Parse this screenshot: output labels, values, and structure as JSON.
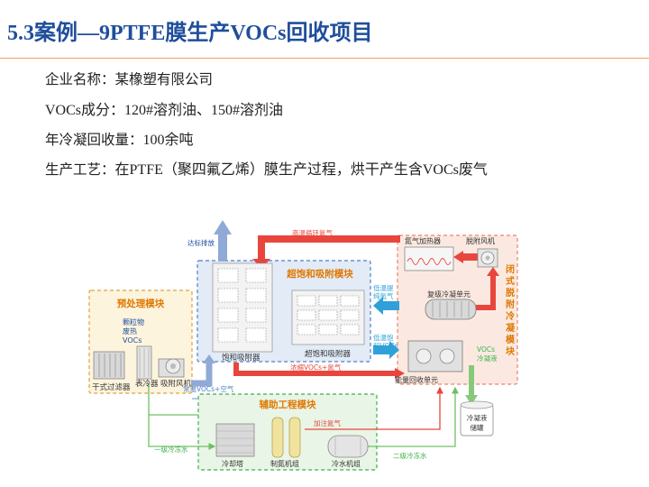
{
  "title": "5.3案例—9PTFE膜生产VOCs回收项目",
  "info": [
    {
      "label": "企业名称：",
      "value": "某橡塑有限公司"
    },
    {
      "label": "VOCs成分：",
      "value": "120#溶剂油、150#溶剂油"
    },
    {
      "label": "年冷凝回收量：",
      "value": "100余吨"
    },
    {
      "label": "生产工艺：",
      "value": "在PTFE（聚四氟乙烯）膜生产过程，烘干产生含VOCs废气"
    }
  ],
  "diagram": {
    "modules": {
      "pretreat": "预处理模块",
      "adsorb": "超饱和吸附模块",
      "auxiliary": "辅助工程模块",
      "closed_condense": [
        "闭",
        "式",
        "脱",
        "附",
        "冷",
        "凝",
        "模",
        "块"
      ]
    },
    "equipment": {
      "dry_filter": "干式过滤器",
      "surface_cooler": "表冷器",
      "fan": "吸附风机",
      "saturated_adsorber": "饱和吸附器",
      "supersaturated_adsorber": "超饱和吸附器",
      "nitrogen_heater": "氮气加热器",
      "desorb_fan": "脱附风机",
      "composite_condenser": "复级冷凝单元",
      "energy_recovery": "能量回收单元",
      "cooling_tower": "冷却塔",
      "nitrogen_generator": "制氮机组",
      "chiller": "冷水机组",
      "condensate_tank": [
        "冷凝液",
        "储罐"
      ]
    },
    "flows": {
      "discharge": "达标排放",
      "hot_nitrogen": "高温循环氮气",
      "pretreat_inputs": [
        "颗粒物",
        "废热",
        "VOCs"
      ],
      "low_temp_lift": [
        "低温提",
        "纯氮气"
      ],
      "low_temp_saturated": [
        "低温饱",
        "和VOCs"
      ],
      "concentrated": "浓缩VOCs+氮气",
      "normal_temp": "常温VOCs+空气",
      "nitrogen_in": "加注氮气",
      "primary_water": "一级冷冻水",
      "secondary_water": "二级冷冻水",
      "condensate": [
        "VOCs",
        "冷凝液"
      ]
    },
    "colors": {
      "title": "#1f4e9b",
      "pretreat_border": "#d9a441",
      "pretreat_fill": "#fdf4de",
      "adsorb_border": "#4f7fc6",
      "adsorb_fill": "#e3ebf7",
      "auxiliary_border": "#3db14a",
      "auxiliary_fill": "#e9f5e6",
      "closed_border": "#e9836a",
      "closed_fill": "#fbe9e1",
      "hot_arrow": "#e8463c",
      "cold_arrow": "#2fa1d8",
      "green_arrow": "#87c97a",
      "gray_arrow": "#8faad6",
      "module_title": "#e07800"
    }
  }
}
